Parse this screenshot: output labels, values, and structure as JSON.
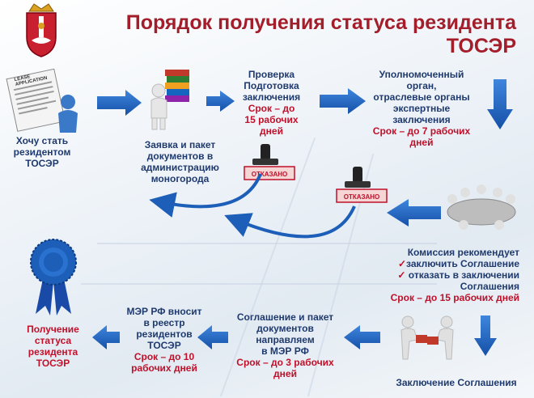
{
  "title": {
    "line1": "Порядок получения статуса резидента",
    "line2": "ТОСЭР"
  },
  "steps": {
    "want": {
      "l1": "Хочу стать",
      "l2": "резидентом",
      "l3": "ТОСЭР"
    },
    "application": {
      "l1": "Заявка и пакет",
      "l2": "документов в",
      "l3": "администрацию",
      "l4": "моногорода"
    },
    "check": {
      "l1": "Проверка",
      "l2": "Подготовка",
      "l3": "заключения",
      "deadline1": "Срок – до",
      "deadline2": "15 рабочих",
      "deadline3": "дней"
    },
    "authorized": {
      "l1": "Уполномоченный",
      "l2": "орган,",
      "l3": "отраслевые органы",
      "l4": "экспертные",
      "l5": "заключения",
      "deadline1": "Срок – до 7 рабочих",
      "deadline2": "дней"
    },
    "commission": {
      "l1": "Комиссия рекомендует",
      "opt1": "заключить Соглашение",
      "opt2": "отказать в заключении",
      "opt2b": "Соглашения",
      "deadline": "Срок – до 15 рабочих дней"
    },
    "conclusion": {
      "l1": "Заключение Соглашения"
    },
    "send": {
      "l1": "Соглашение и пакет",
      "l2": "документов",
      "l3": "направляем",
      "l4": "в МЭР РФ",
      "deadline1": "Срок – до 3 рабочих",
      "deadline2": "дней"
    },
    "registry": {
      "l1": "МЭР РФ вносит",
      "l2": "в реестр",
      "l3": "резидентов",
      "l4": "ТОСЭР",
      "deadline1": "Срок – до 10",
      "deadline2": "рабочих дней"
    },
    "status": {
      "l1": "Получение",
      "l2": "статуса",
      "l3": "резидента",
      "l4": "ТОСЭР"
    }
  },
  "stamp_text": "ОТКАЗАНО",
  "check_mark": "✓",
  "document_text": "LEASE APPLICATION",
  "colors": {
    "title": "#a31e2a",
    "text": "#1f3a6e",
    "deadline": "#c0102a",
    "arrow": "#1d5fb8"
  }
}
